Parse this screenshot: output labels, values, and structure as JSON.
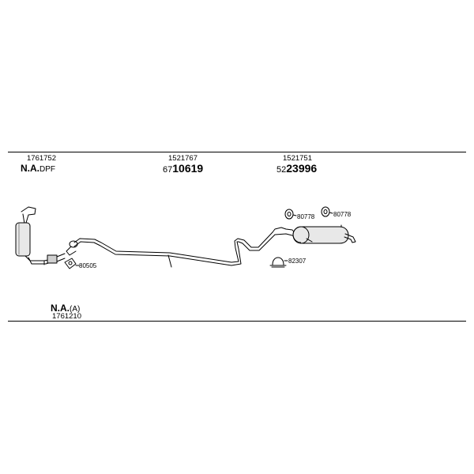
{
  "parts": [
    {
      "oe_number": "1761752",
      "part_prefix": "N.A.",
      "part_suffix": "DPF"
    },
    {
      "oe_number": "1521767",
      "part_prefix": "67",
      "part_number": "10619"
    },
    {
      "oe_number": "1521751",
      "part_prefix": "52",
      "part_number": "23996"
    }
  ],
  "lower_part": {
    "part_prefix": "N.A.",
    "part_suffix": "(A)",
    "oe_number": "1761210"
  },
  "callouts": {
    "gasket": "80505",
    "rubber_mount_left": "80778",
    "rubber_mount_right": "80778",
    "clamp": "82307"
  }
}
